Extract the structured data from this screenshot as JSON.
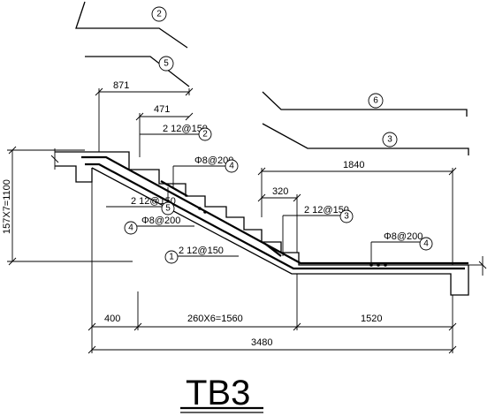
{
  "title": "TB3",
  "dimensions": {
    "d871": "871",
    "d471": "471",
    "d1840": "1840",
    "d320": "320",
    "d400": "400",
    "d1560": "260X6=1560",
    "d1520": "1520",
    "d3480": "3480",
    "d1100": "157X7=1100"
  },
  "rebar_labels": {
    "r_2_top": "2 12@150",
    "r_4_top": "Φ8@200",
    "r_5_mid": "2 12@150",
    "r_4_mid": "Φ8@200",
    "r_1": "2 12@150",
    "r_3": "2 12@150",
    "r_4_right": "Φ8@200"
  },
  "markers": {
    "m2": "2",
    "m5": "5",
    "m6": "6",
    "m3": "3",
    "m2b": "2",
    "m4a": "4",
    "m5b": "5",
    "m4b": "4",
    "m1": "1",
    "m3b": "3",
    "m4c": "4"
  }
}
